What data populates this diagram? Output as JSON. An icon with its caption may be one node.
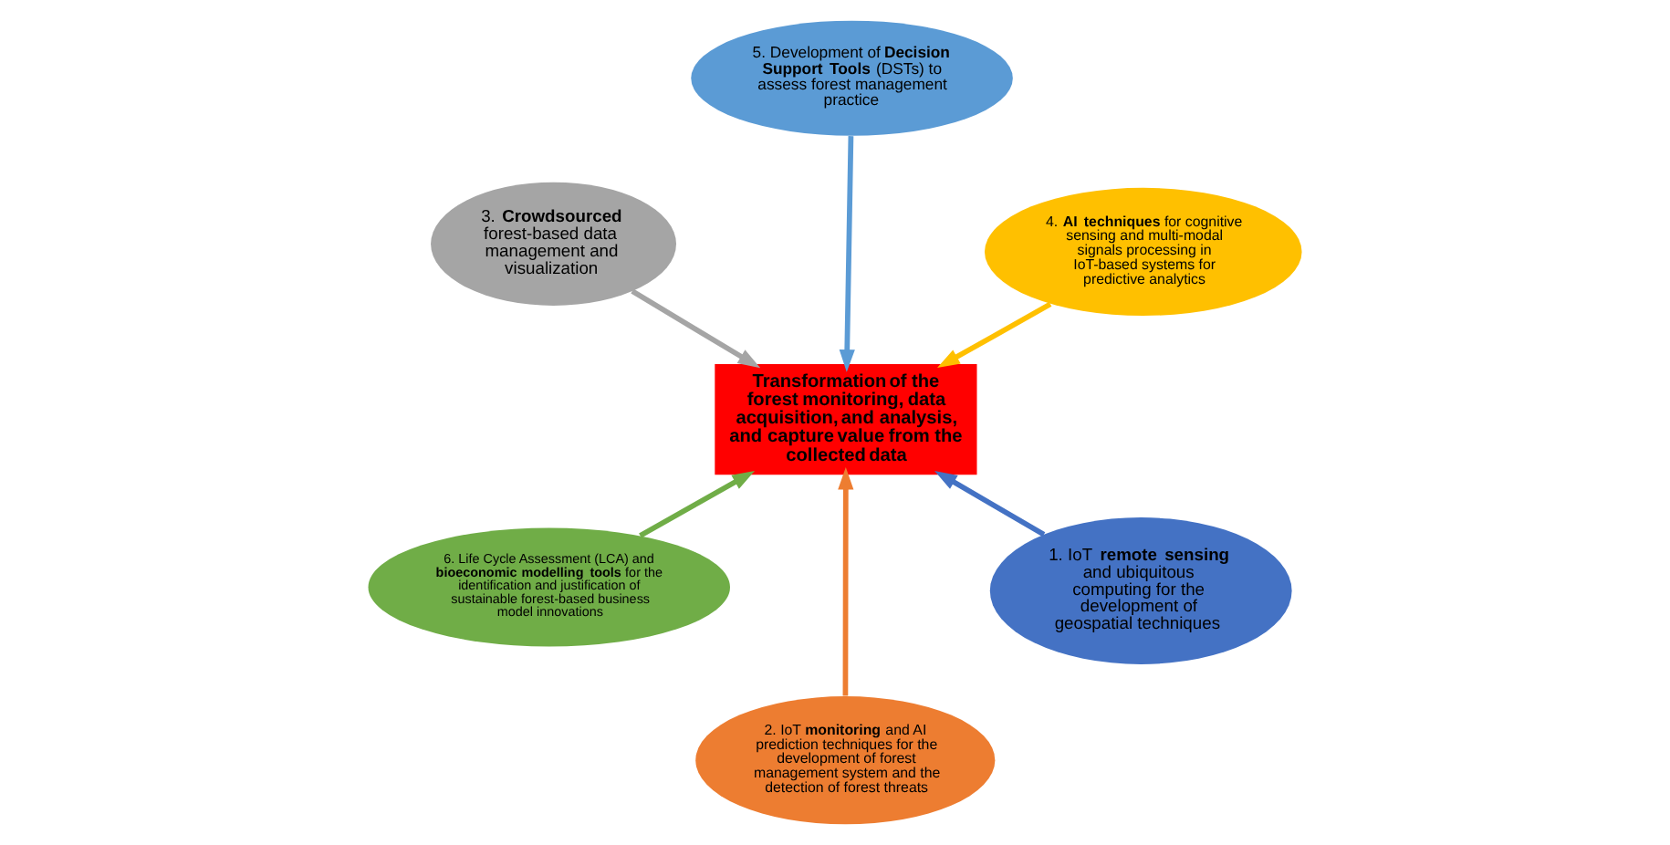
{
  "diagram": {
    "nodes": [
      {
        "text": [
          "Transformation of the forest monitoring, data acquisition, and analysis, and capture value from the collected data"
        ]
      },
      {
        "text": [
          "1. IoT **remote sensing** and ubiquitous computing for the development of geospatial techniques"
        ]
      },
      {
        "text": [
          "2. IoT **monitoring** and AI prediction techniques for the development of forest management system and the detection of forest threats"
        ]
      },
      {
        "text": [
          "3. **Crowdsourced** forest-based data management and visualization"
        ]
      },
      {
        "text": [
          "4. **AI techniques** for cognitive sensing and multi-modal signals processing in IoT-based systems for predictive analytics"
        ]
      },
      {
        "text": [
          "5. Development of **Decision Support Tools** (DSTs) to assess forest management practice"
        ]
      },
      {
        "text": [
          "6. Life Cycle Assessment (LCA) and **bioeconomic modelling tools** for the identification and justification of sustainable forest-based business model innovations"
        ]
      }
    ],
    "edges": [
      {
        "from": 1,
        "to": 0,
        "arrow": "to",
        "color": "#4472c4"
      },
      {
        "from": 2,
        "to": 0,
        "arrow": "to",
        "color": "#ed7d31"
      },
      {
        "from": 3,
        "to": 0,
        "arrow": "to",
        "color": "#a5a5a5"
      },
      {
        "from": 4,
        "to": 0,
        "arrow": "to",
        "color": "#ffc000"
      },
      {
        "from": 5,
        "to": 0,
        "arrow": "to",
        "color": "#5b9bd5"
      },
      {
        "from": 6,
        "to": 0,
        "arrow": "to",
        "color": "#70ad47"
      }
    ]
  }
}
